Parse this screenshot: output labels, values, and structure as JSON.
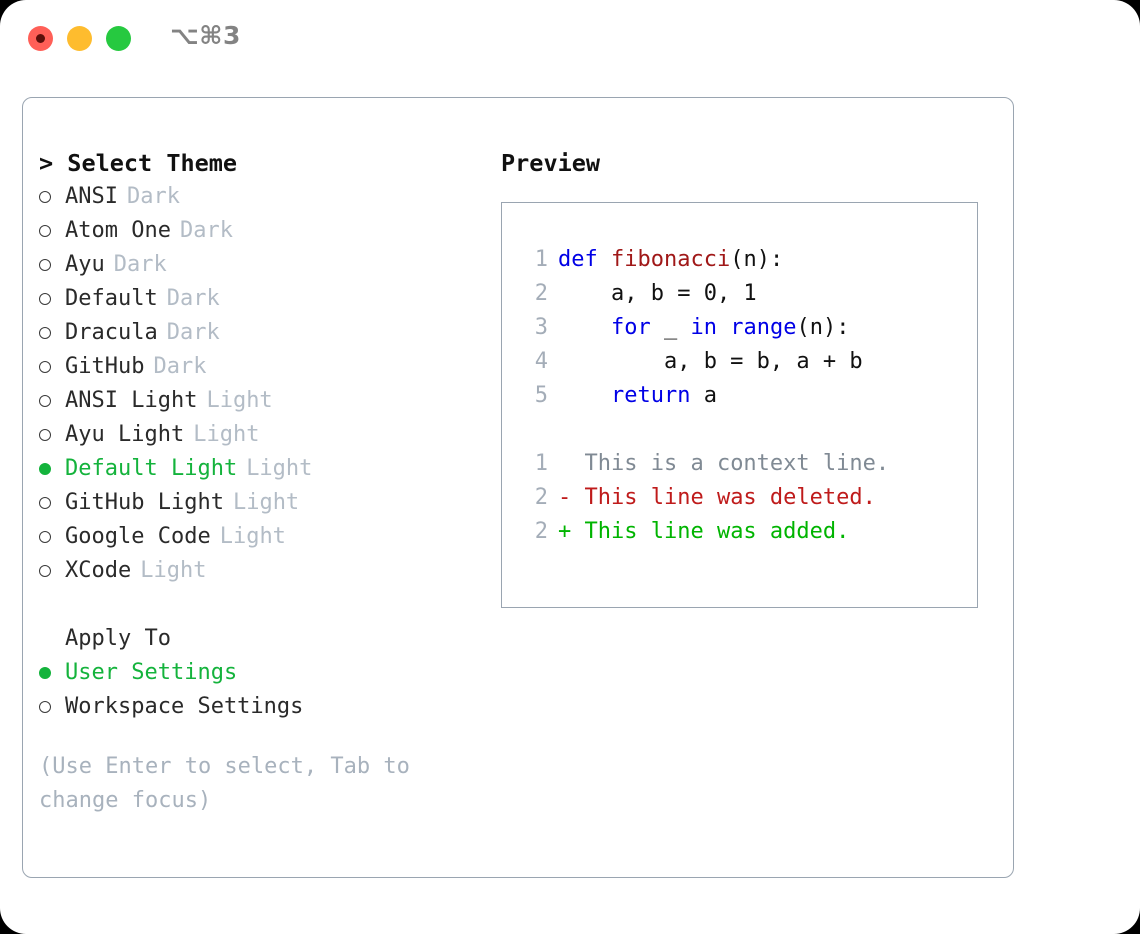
{
  "titlebar": {
    "shortcut": "⌥⌘3",
    "lights": [
      {
        "name": "close",
        "color": "#ff5f57"
      },
      {
        "name": "minimize",
        "color": "#febc2e"
      },
      {
        "name": "maximize",
        "color": "#26c940"
      }
    ]
  },
  "colors": {
    "accent_green": "#14b33c",
    "muted": "#b3bcc6",
    "border": "#9aa5b1",
    "text": "#2a2a2a",
    "keyword_blue": "#0000e6",
    "function_red": "#a01818",
    "diff_deleted": "#bf1b1b",
    "diff_added": "#00b400",
    "diff_context": "#808a94"
  },
  "theme_picker": {
    "title": "> Select Theme",
    "items": [
      {
        "label": "ANSI",
        "tag": "Dark",
        "selected": false
      },
      {
        "label": "Atom One",
        "tag": "Dark",
        "selected": false
      },
      {
        "label": "Ayu",
        "tag": "Dark",
        "selected": false
      },
      {
        "label": "Default",
        "tag": "Dark",
        "selected": false
      },
      {
        "label": "Dracula",
        "tag": "Dark",
        "selected": false
      },
      {
        "label": "GitHub",
        "tag": "Dark",
        "selected": false
      },
      {
        "label": "ANSI Light",
        "tag": "Light",
        "selected": false
      },
      {
        "label": "Ayu Light",
        "tag": "Light",
        "selected": false
      },
      {
        "label": "Default Light",
        "tag": "Light",
        "selected": true
      },
      {
        "label": "GitHub Light",
        "tag": "Light",
        "selected": false
      },
      {
        "label": "Google Code",
        "tag": "Light",
        "selected": false
      },
      {
        "label": "XCode",
        "tag": "Light",
        "selected": false
      }
    ]
  },
  "apply_to": {
    "title": "Apply To",
    "items": [
      {
        "label": "User Settings",
        "selected": true
      },
      {
        "label": "Workspace Settings",
        "selected": false
      }
    ]
  },
  "hint": "(Use Enter to select, Tab to change focus)",
  "preview": {
    "title": "Preview",
    "code_lines": [
      {
        "num": "1",
        "parts": [
          {
            "t": "def ",
            "c": "kw"
          },
          {
            "t": "fibonacci",
            "c": "fn"
          },
          {
            "t": "(n):",
            "c": "txt"
          }
        ]
      },
      {
        "num": "2",
        "parts": [
          {
            "t": "    a, b = 0, 1",
            "c": "txt"
          }
        ]
      },
      {
        "num": "3",
        "parts": [
          {
            "t": "    ",
            "c": "txt"
          },
          {
            "t": "for",
            "c": "kw"
          },
          {
            "t": " _ ",
            "c": "txt"
          },
          {
            "t": "in ",
            "c": "kw"
          },
          {
            "t": "range",
            "c": "kw"
          },
          {
            "t": "(n):",
            "c": "txt"
          }
        ]
      },
      {
        "num": "4",
        "parts": [
          {
            "t": "        a, b = b, a + b",
            "c": "txt"
          }
        ]
      },
      {
        "num": "5",
        "parts": [
          {
            "t": "    ",
            "c": "txt"
          },
          {
            "t": "return",
            "c": "kw"
          },
          {
            "t": " a",
            "c": "txt"
          }
        ]
      }
    ],
    "diff_lines": [
      {
        "num": "1",
        "sign": " ",
        "text": " This is a context line.",
        "kind": "ctx"
      },
      {
        "num": "2",
        "sign": "-",
        "text": " This line was deleted.",
        "kind": "del"
      },
      {
        "num": "2",
        "sign": "+",
        "text": " This line was added.",
        "kind": "add"
      }
    ]
  }
}
